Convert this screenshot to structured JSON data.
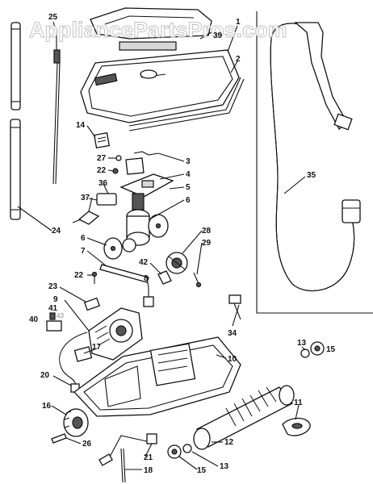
{
  "watermark": "AppliancePartsPros.com",
  "callouts": [
    {
      "id": "c-25",
      "text": "25"
    },
    {
      "id": "c-39",
      "text": "39"
    },
    {
      "id": "c-1",
      "text": "1"
    },
    {
      "id": "c-2",
      "text": "2"
    },
    {
      "id": "c-14",
      "text": "14"
    },
    {
      "id": "c-27",
      "text": "27"
    },
    {
      "id": "c-3",
      "text": "3"
    },
    {
      "id": "c-22a",
      "text": "22"
    },
    {
      "id": "c-4",
      "text": "4"
    },
    {
      "id": "c-36",
      "text": "36"
    },
    {
      "id": "c-5",
      "text": "5"
    },
    {
      "id": "c-37",
      "text": "37"
    },
    {
      "id": "c-6a",
      "text": "6"
    },
    {
      "id": "c-24",
      "text": "24"
    },
    {
      "id": "c-28",
      "text": "28"
    },
    {
      "id": "c-6b",
      "text": "6"
    },
    {
      "id": "c-29",
      "text": "29"
    },
    {
      "id": "c-7",
      "text": "7"
    },
    {
      "id": "c-42",
      "text": "42"
    },
    {
      "id": "c-35",
      "text": "35"
    },
    {
      "id": "c-22b",
      "text": "22"
    },
    {
      "id": "c-8",
      "text": "8"
    },
    {
      "id": "c-23",
      "text": "23"
    },
    {
      "id": "c-9",
      "text": "9"
    },
    {
      "id": "c-41",
      "text": "41"
    },
    {
      "id": "c-43",
      "text": "43"
    },
    {
      "id": "c-40",
      "text": "40"
    },
    {
      "id": "c-34",
      "text": "34"
    },
    {
      "id": "c-10",
      "text": "10"
    },
    {
      "id": "c-13a",
      "text": "13"
    },
    {
      "id": "c-15a",
      "text": "15"
    },
    {
      "id": "c-17",
      "text": "17"
    },
    {
      "id": "c-20",
      "text": "20"
    },
    {
      "id": "c-11",
      "text": "11"
    },
    {
      "id": "c-16",
      "text": "16"
    },
    {
      "id": "c-12",
      "text": "12"
    },
    {
      "id": "c-26",
      "text": "26"
    },
    {
      "id": "c-21",
      "text": "21"
    },
    {
      "id": "c-13b",
      "text": "13"
    },
    {
      "id": "c-18",
      "text": "18"
    },
    {
      "id": "c-15b",
      "text": "15"
    }
  ]
}
